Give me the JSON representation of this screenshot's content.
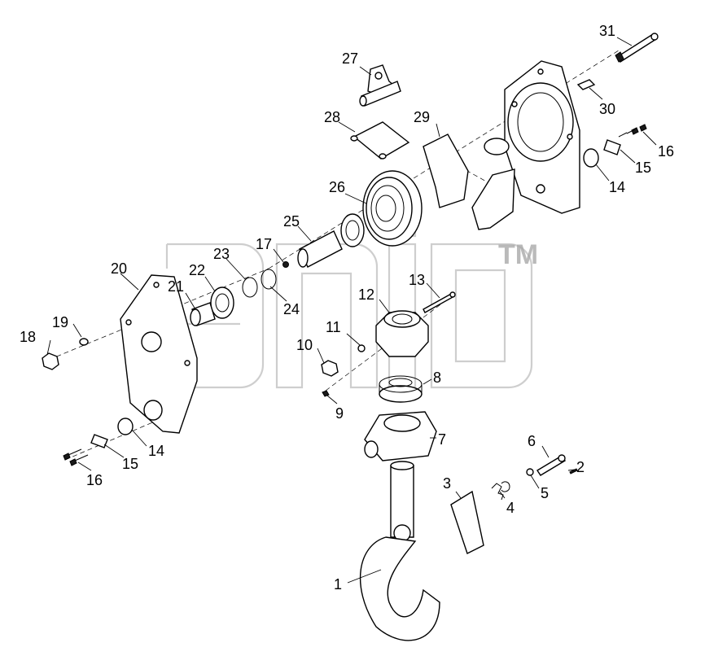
{
  "trademark": "TM",
  "callouts": [
    "1",
    "2",
    "3",
    "4",
    "5",
    "6",
    "7",
    "8",
    "9",
    "10",
    "11",
    "12",
    "13",
    "14",
    "14",
    "15",
    "15",
    "16",
    "16",
    "17",
    "18",
    "19",
    "20",
    "21",
    "22",
    "23",
    "24",
    "25",
    "26",
    "27",
    "28",
    "29",
    "30",
    "31"
  ]
}
